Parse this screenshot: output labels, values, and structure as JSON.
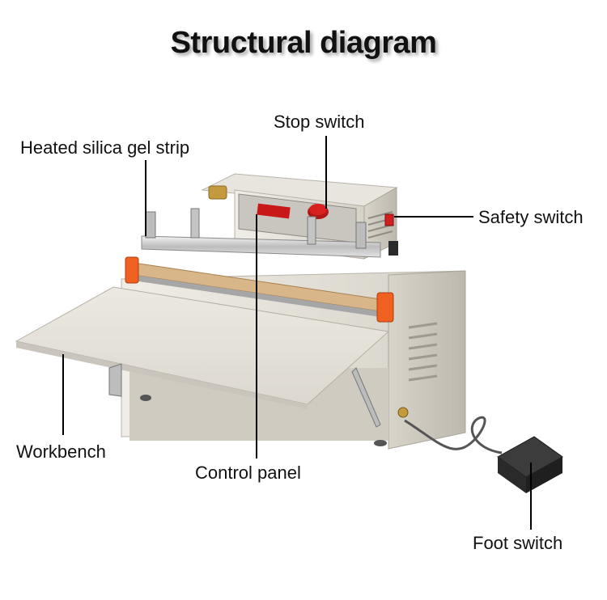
{
  "title": "Structural diagram",
  "labels": {
    "stop_switch": "Stop switch",
    "heated_strip": "Heated silica gel strip",
    "safety_switch": "Safety switch",
    "workbench": "Workbench",
    "control_panel": "Control panel",
    "foot_switch": "Foot switch"
  },
  "colors": {
    "body": "#e4e0d6",
    "stop_button": "#d82020",
    "end_caps": "#f06020",
    "heated_strip": "#d9b58a",
    "display": "#c81818"
  }
}
